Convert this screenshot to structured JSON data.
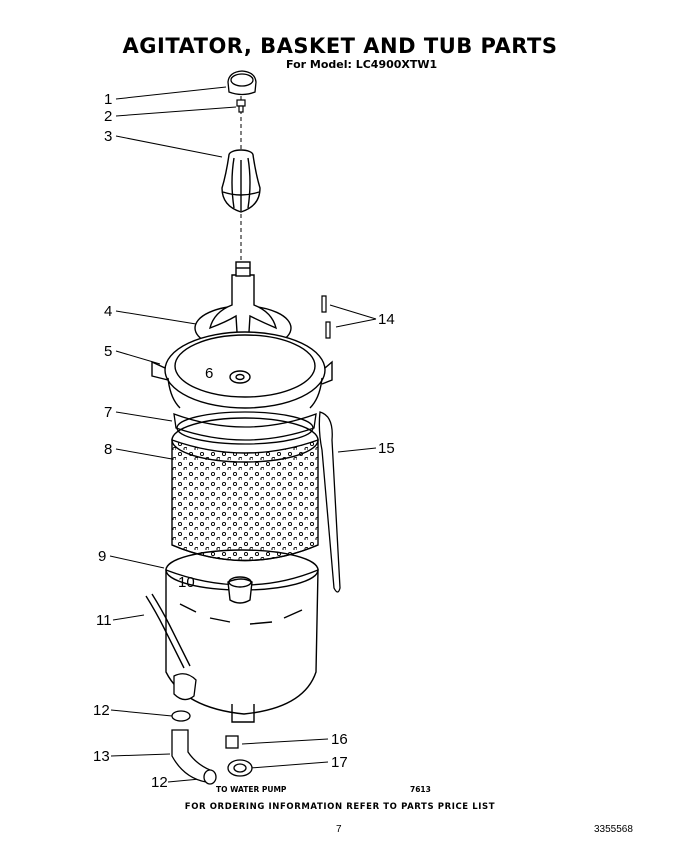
{
  "header": {
    "title": "AGITATOR, BASKET AND TUB PARTS",
    "model": "For Model: LC4900XTW1"
  },
  "callouts": [
    "1",
    "2",
    "3",
    "4",
    "5",
    "6",
    "7",
    "8",
    "9",
    "10",
    "11",
    "12",
    "13",
    "12",
    "14",
    "15",
    "16",
    "17"
  ],
  "annotations": {
    "to_water_pump": "TO WATER PUMP",
    "drawing_number": "7613"
  },
  "footer": {
    "ordering_note": "FOR ORDERING INFORMATION REFER TO PARTS PRICE LIST",
    "page_number": "7",
    "document_number": "3355568"
  }
}
